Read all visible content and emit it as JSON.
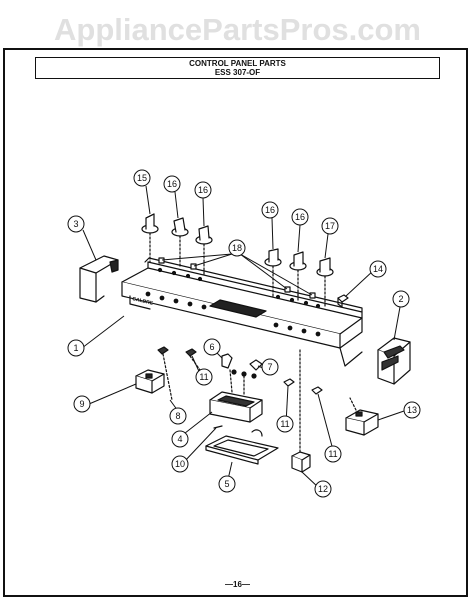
{
  "watermark": "AppliancePartsPros.com",
  "header": {
    "title": "CONTROL PANEL PARTS",
    "model": "ESS 307-OF"
  },
  "panel_brand": "GALBRE",
  "page_number": "—16—",
  "callouts": [
    "15",
    "16",
    "16",
    "16",
    "16",
    "17",
    "3",
    "18",
    "14",
    "2",
    "1",
    "6",
    "7",
    "9",
    "8",
    "11",
    "11",
    "11",
    "13",
    "4",
    "10",
    "5",
    "12"
  ]
}
